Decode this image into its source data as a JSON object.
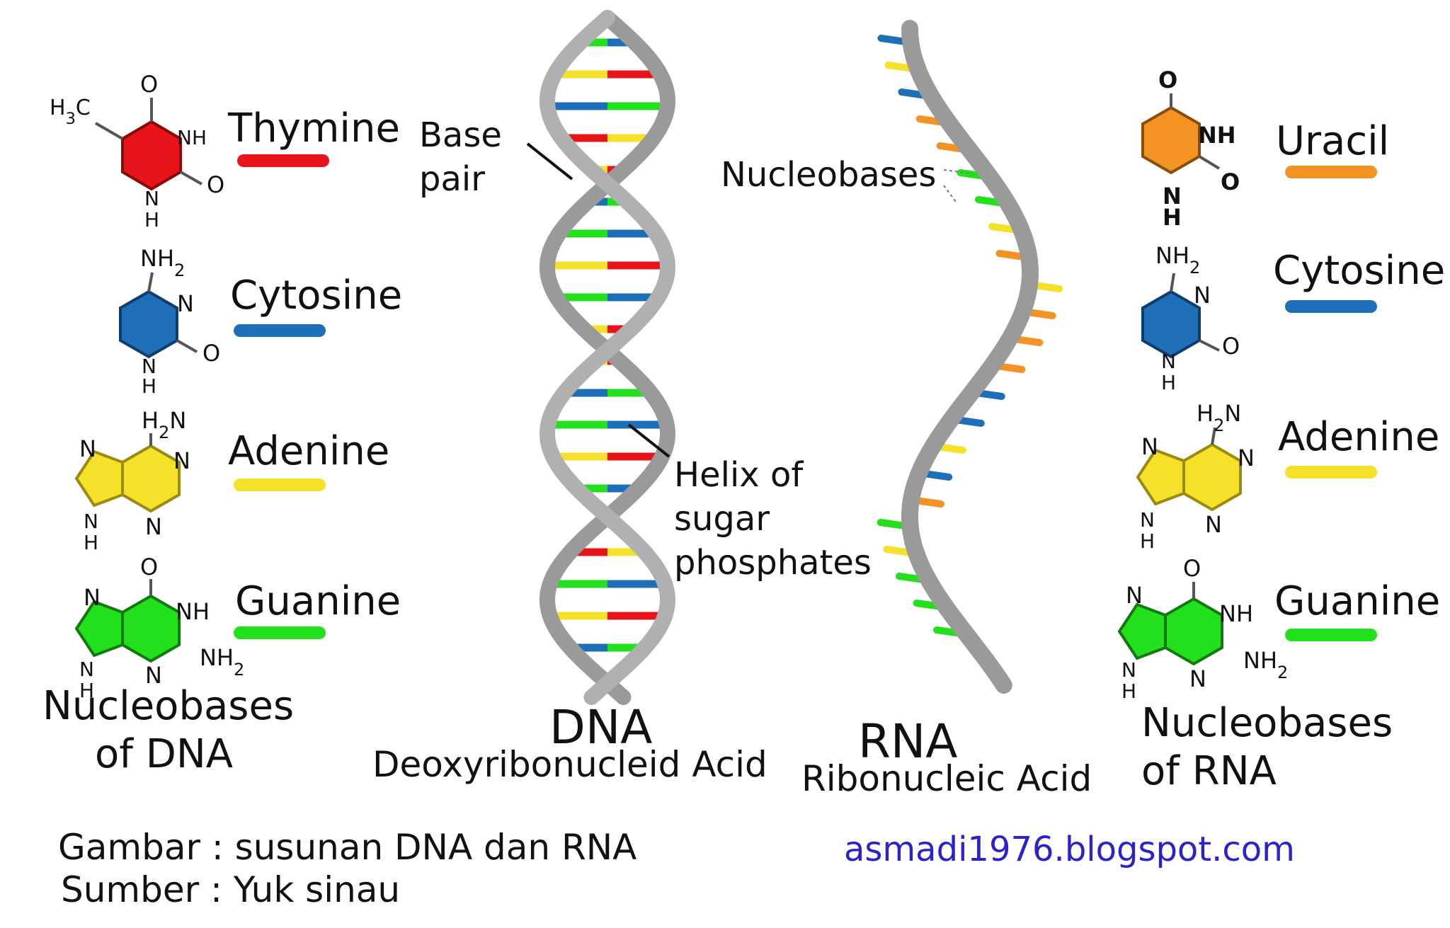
{
  "dna_bases": {
    "thymine": "Thymine",
    "cytosine": "Cytosine",
    "adenine": "Adenine",
    "guanine": "Guanine"
  },
  "dna_bases_caption": {
    "line1": "Nucleobases",
    "line2": "of DNA"
  },
  "rna_bases": {
    "uracil": "Uracil",
    "cytosine": "Cytosine",
    "adenine": "Adenine",
    "guanine": "Guanine"
  },
  "rna_bases_caption": {
    "line1": "Nucleobases",
    "line2": "of RNA"
  },
  "dna": {
    "title": "DNA",
    "full_name": "Deoxyribonucleid Acid",
    "base_pair_label": {
      "line1": "Base",
      "line2": "pair"
    },
    "helix_label": {
      "line1": "Helix of",
      "line2": "sugar",
      "line3": "phosphates"
    }
  },
  "rna": {
    "title": "RNA",
    "full_name": "Ribonucleic Acid",
    "nucleobases_label": "Nucleobases"
  },
  "footer": {
    "gambar": "Gambar : susunan DNA dan RNA",
    "sumber": "Sumber : Yuk sinau",
    "website": "asmadi1976.blogspot.com"
  },
  "molecule_labels": {
    "H3C": "H3C",
    "O": "O",
    "NH": "NH",
    "N": "N",
    "H": "H",
    "NH2": "NH2",
    "H2N": "H2N"
  },
  "colors": {
    "thymine": "#e8141a",
    "cytosine": "#1f6fb8",
    "adenine": "#f6e12a",
    "guanine": "#22e01c",
    "uracil": "#f39323",
    "backbone": "#9a9a9a",
    "link": "#2a22cc"
  }
}
